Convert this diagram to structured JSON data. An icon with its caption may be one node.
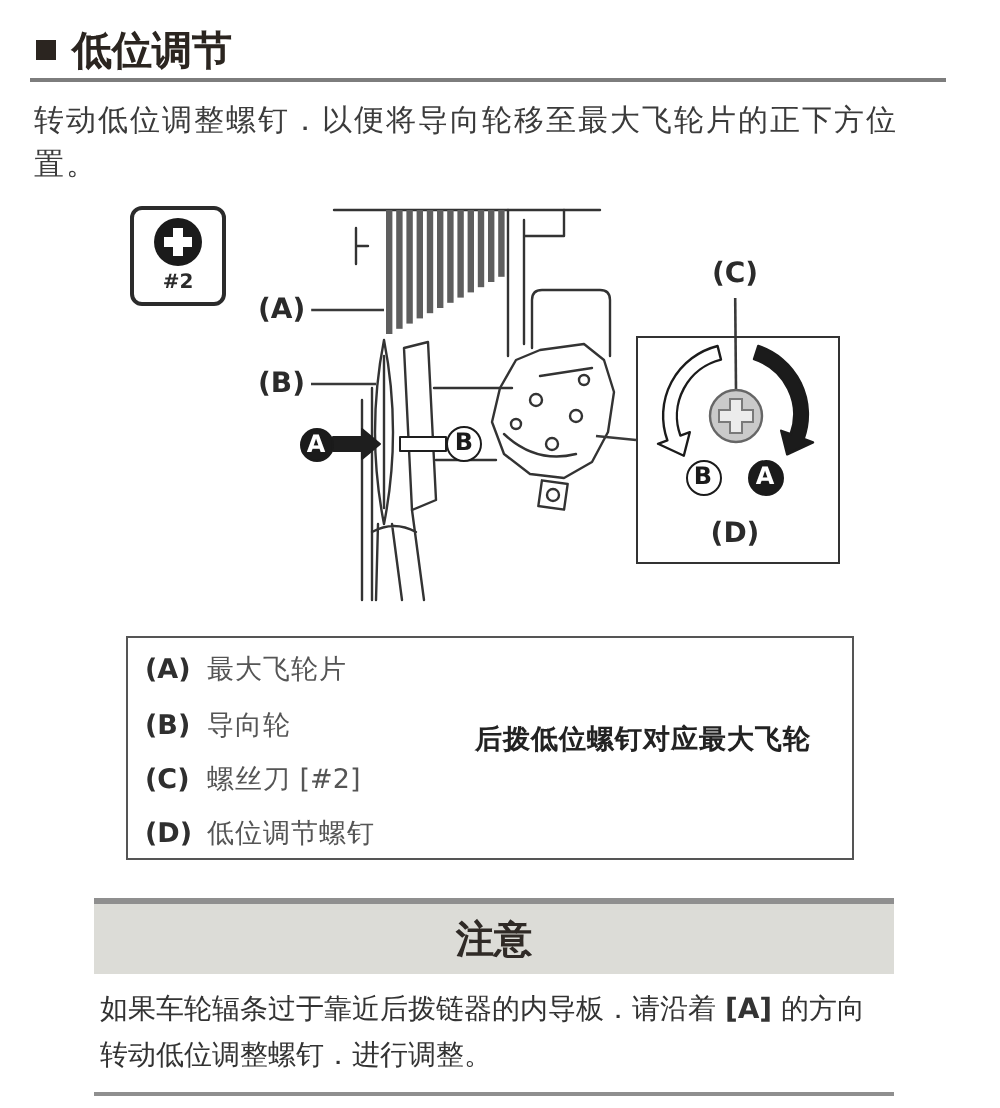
{
  "diagram": {
    "title": "低位调节",
    "nodes": [
      {
        "text": [
          "#2"
        ]
      },
      {
        "text": [
          "(A)"
        ]
      },
      {
        "text": [
          "(B)"
        ]
      },
      {
        "text": [
          "A"
        ]
      },
      {
        "text": [
          "B"
        ]
      },
      {
        "text": [
          "(C)"
        ]
      },
      {
        "text": [
          "(D)"
        ]
      },
      {
        "text": [
          "B"
        ],
        "in": 6
      },
      {
        "text": [
          "A"
        ],
        "in": 6
      },
      {
        "text": [
          "(A)",
          "最大飞轮片",
          "(B)",
          "导向轮",
          "(C)",
          "螺丝刀 [#2]",
          "(D)",
          "低位调节螺钉",
          "后拨低位螺钉对应最大飞轮"
        ]
      },
      {
        "text": [
          "注意",
          "如果车轮辐条过于靠近后拨链器的内导板．请沿着 **[A]** 的方向转动低位调整螺钉．进行调整。"
        ]
      }
    ],
    "edges": [
      {
        "from": 1,
        "to": null,
        "arrow": "none"
      },
      {
        "from": 2,
        "to": null,
        "arrow": "none"
      },
      {
        "from": 3,
        "to": null,
        "arrow": "to",
        "style": "thick"
      },
      {
        "from": 4,
        "to": null,
        "arrow": "none",
        "style": "thick",
        "color": "#ffffff"
      },
      {
        "from": 5,
        "to": null,
        "arrow": "none"
      },
      {
        "from": null,
        "to": 6,
        "arrow": "none"
      }
    ],
    "labels": [
      "转动低位调整螺钉．以便将导向轮移至最大飞轮片的正下方位置。"
    ]
  }
}
